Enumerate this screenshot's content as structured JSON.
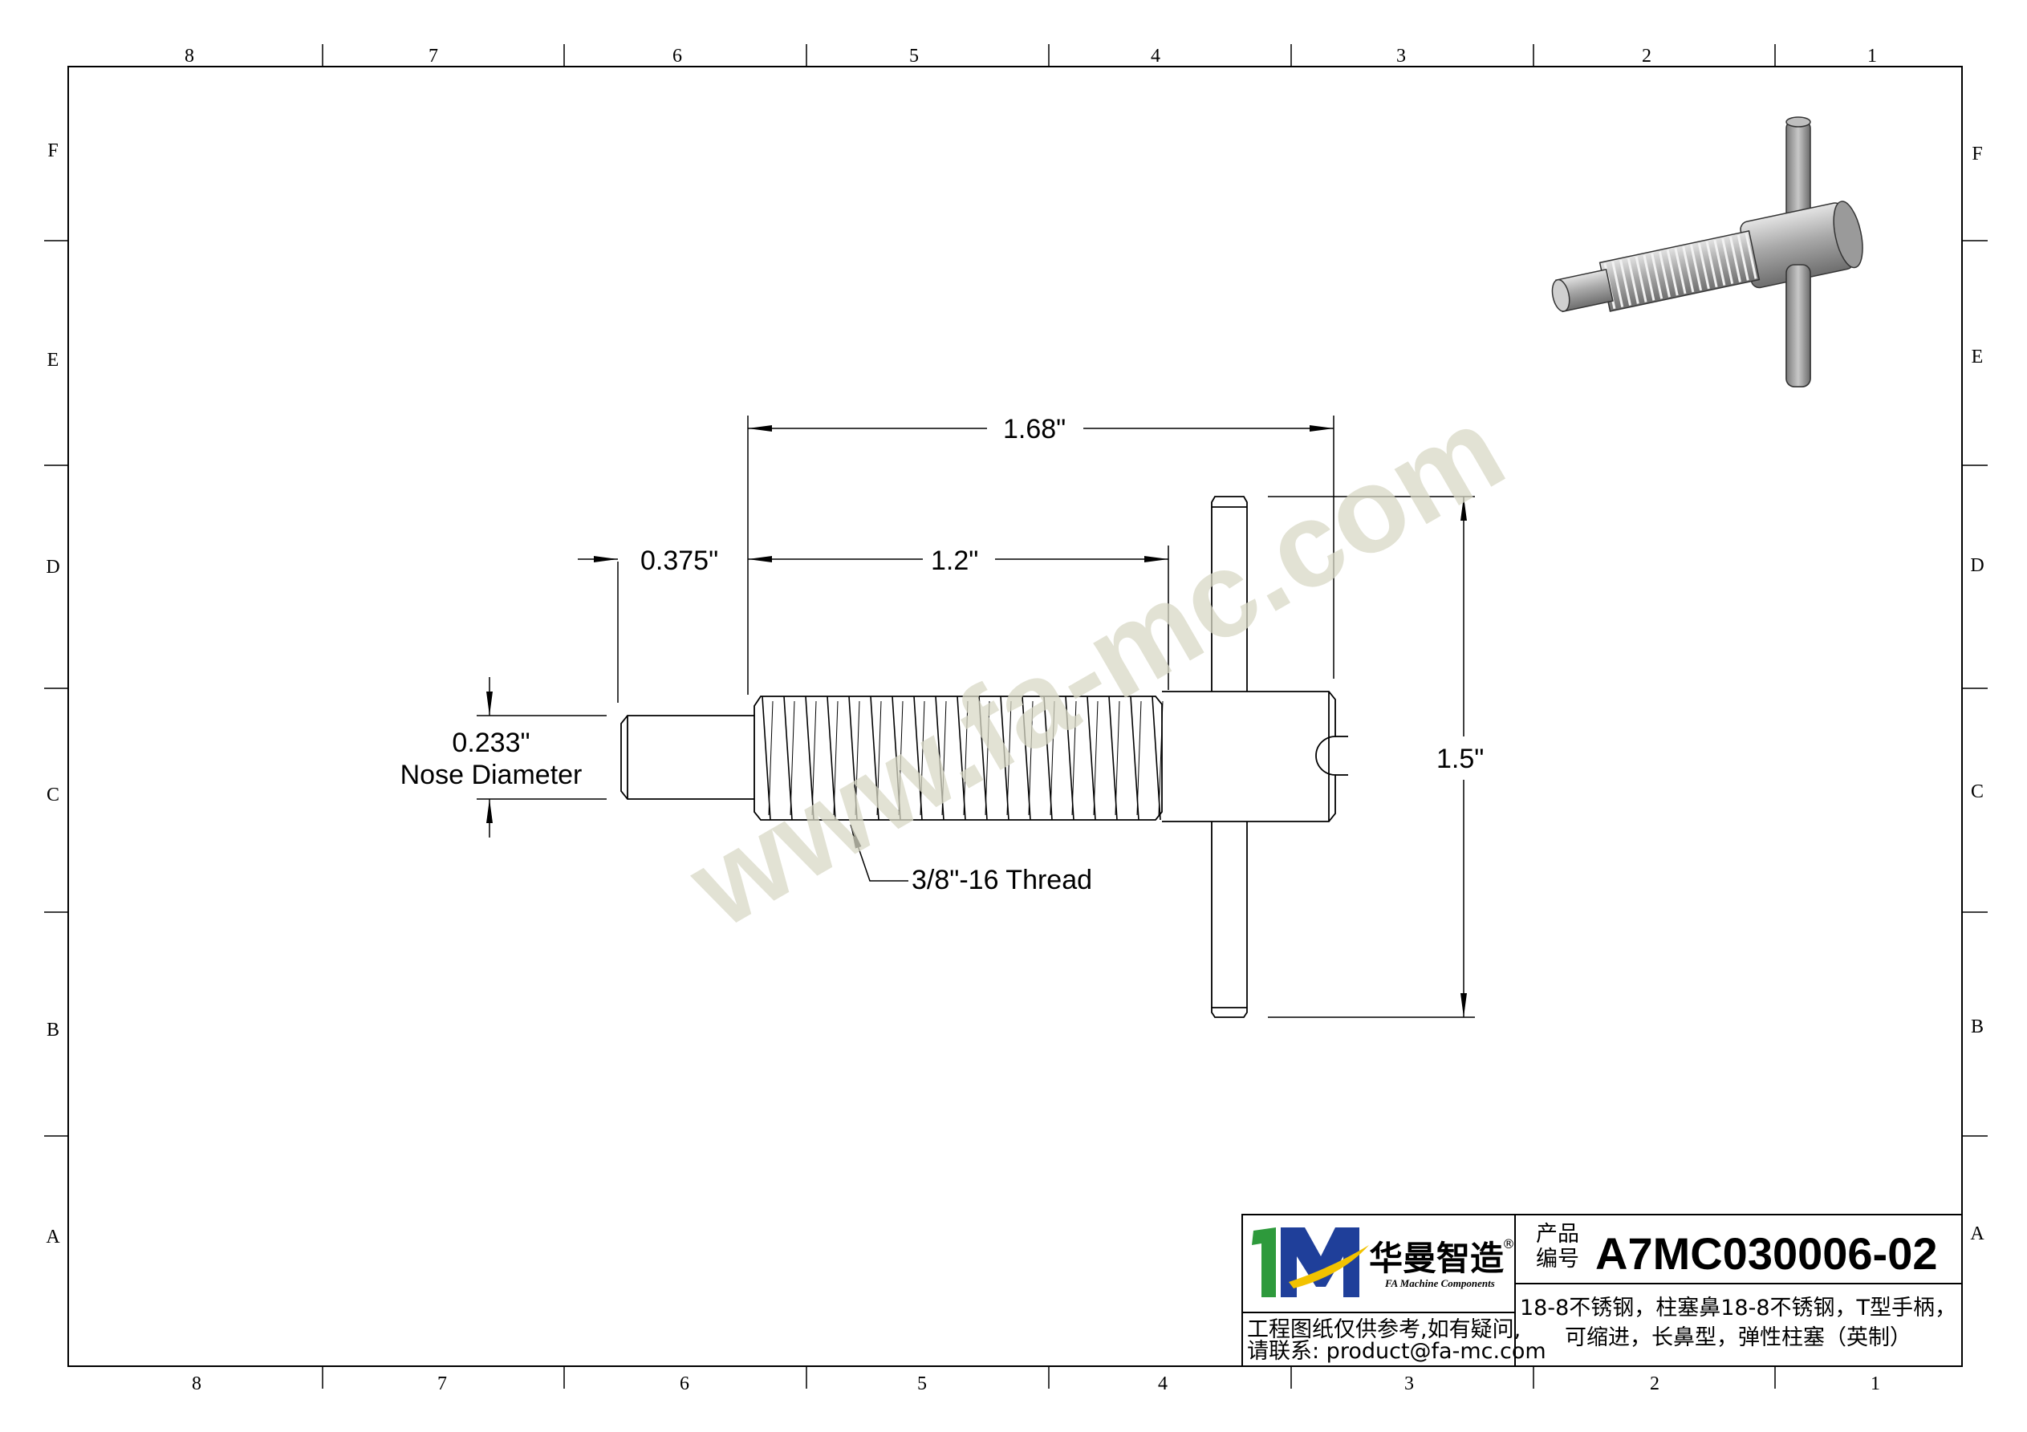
{
  "frame": {
    "columns": [
      "8",
      "7",
      "6",
      "5",
      "4",
      "3",
      "2",
      "1"
    ],
    "rows": [
      "F",
      "E",
      "D",
      "C",
      "B",
      "A"
    ]
  },
  "dimensions": {
    "overall_length": "1.68\"",
    "nose_length": "0.375\"",
    "thread_length": "1.2\"",
    "handle_length": "1.5\"",
    "nose_diameter_value": "0.233\"",
    "nose_diameter_label": "Nose Diameter",
    "thread_callout": "3/8\"-16 Thread"
  },
  "watermark": "www.fa-mc.com",
  "title_block": {
    "brand_cn": "华曼智造",
    "brand_en": "FA Machine Components",
    "registered": "®",
    "disclaimer_line1": "工程图纸仅供参考,如有疑问,",
    "disclaimer_line2": "请联系: product@fa-mc.com",
    "product_label_line1": "产品",
    "product_label_line2": "编号",
    "product_code": "A7MC030006-02",
    "description_line1": "18-8不锈钢，柱塞鼻18-8不锈钢，T型手柄，",
    "description_line2": "可缩进，长鼻型，弹性柱塞（英制）"
  },
  "colors": {
    "logo_green": "#2e9a3c",
    "logo_blue": "#1f3f9a",
    "logo_yellow": "#f2c200",
    "watermark": "#d9d9c6",
    "metal": "#a6a6a6"
  }
}
